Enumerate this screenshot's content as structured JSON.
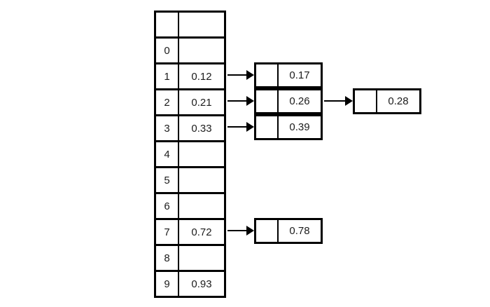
{
  "diagram": {
    "colors": {
      "line": "#000000",
      "text": "#1c1c1c",
      "background": "#ffffff"
    },
    "table": {
      "header": {
        "index": "",
        "value": ""
      },
      "buckets": [
        {
          "index": "0",
          "value": ""
        },
        {
          "index": "1",
          "value": "0.12"
        },
        {
          "index": "2",
          "value": "0.21"
        },
        {
          "index": "3",
          "value": "0.33"
        },
        {
          "index": "4",
          "value": ""
        },
        {
          "index": "5",
          "value": ""
        },
        {
          "index": "6",
          "value": ""
        },
        {
          "index": "7",
          "value": "0.72"
        },
        {
          "index": "8",
          "value": ""
        },
        {
          "index": "9",
          "value": "0.93"
        }
      ]
    },
    "chains": {
      "bucket1": {
        "nodes": [
          {
            "value": "0.17"
          }
        ]
      },
      "bucket2": {
        "nodes": [
          {
            "value": "0.26"
          },
          {
            "value": "0.28"
          }
        ]
      },
      "bucket3": {
        "nodes": [
          {
            "value": "0.39"
          }
        ]
      },
      "bucket7": {
        "nodes": [
          {
            "value": "0.78"
          }
        ]
      }
    }
  }
}
